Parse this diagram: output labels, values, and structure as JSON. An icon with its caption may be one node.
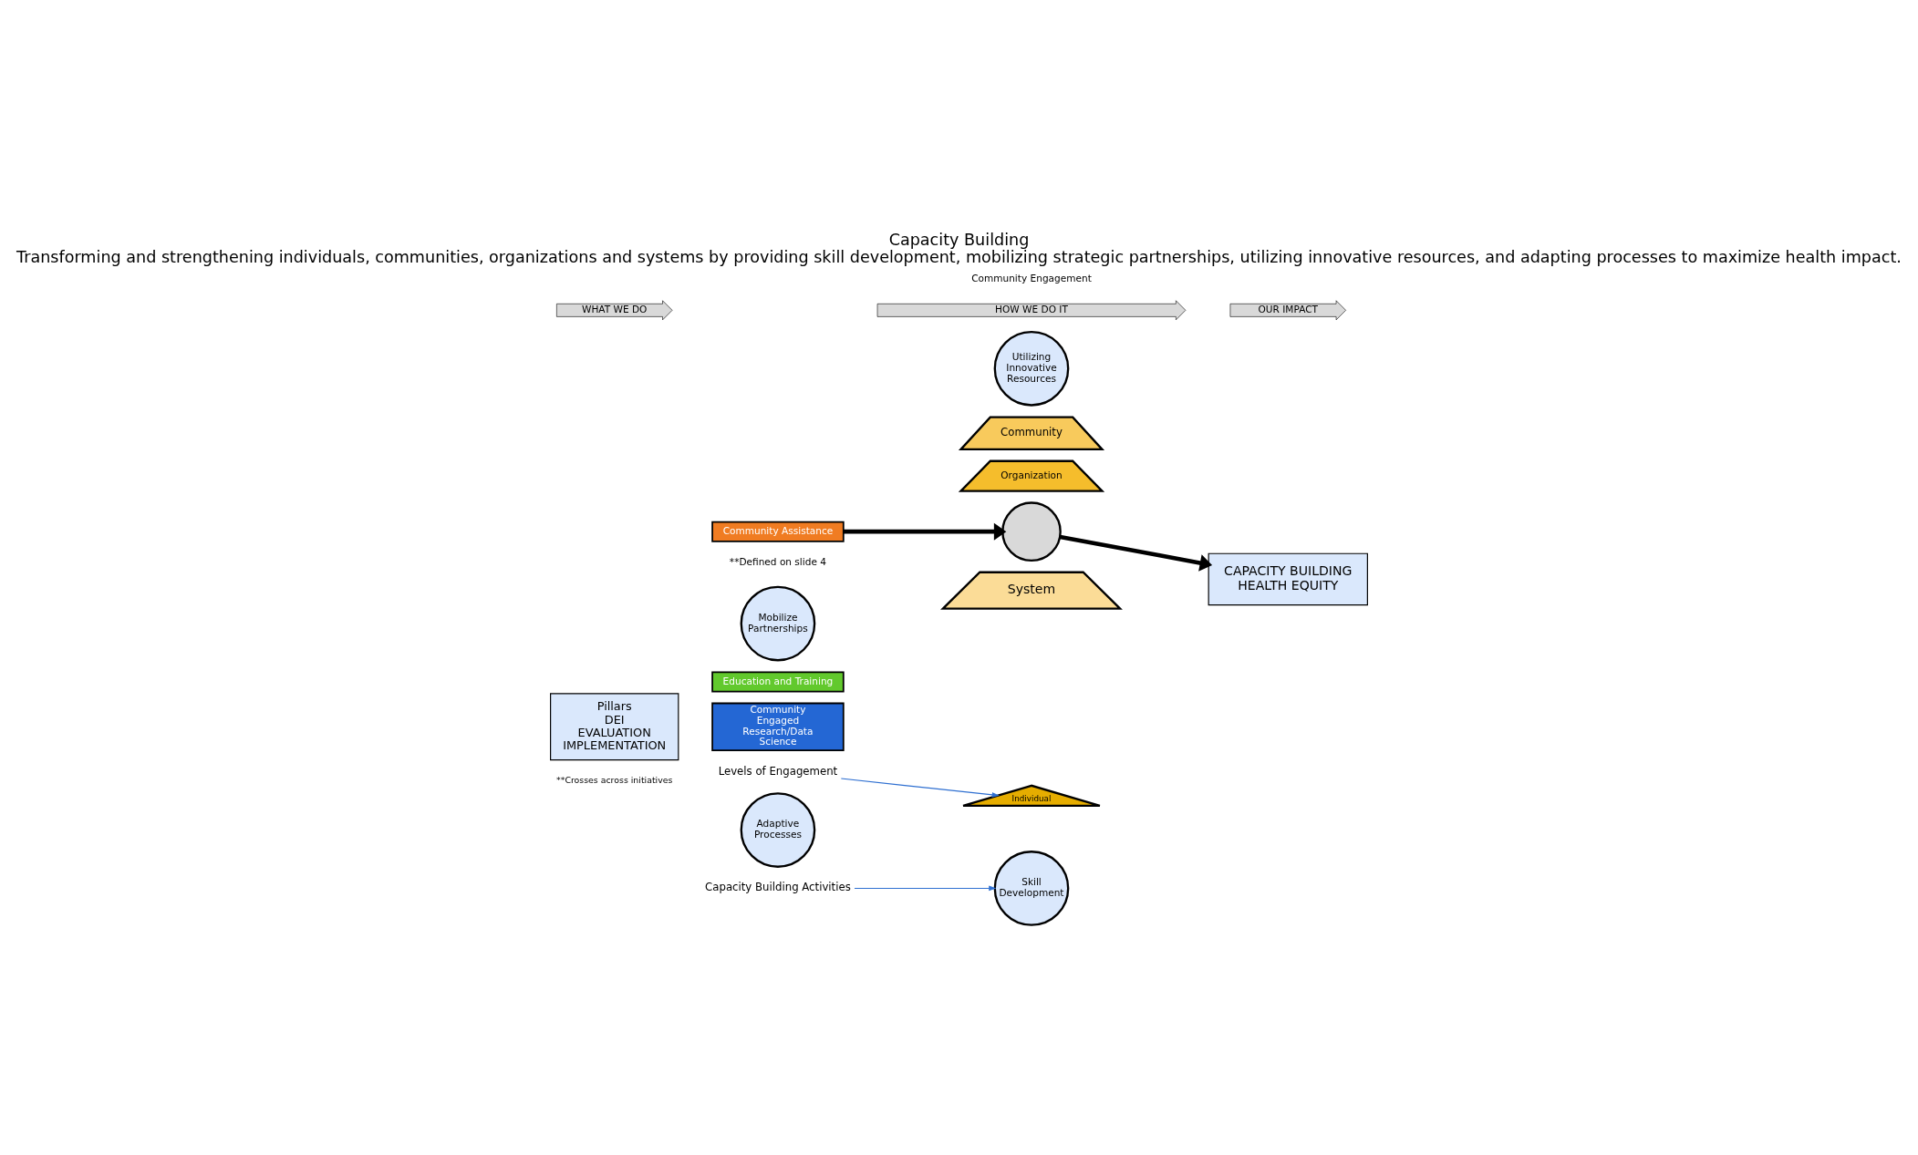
{
  "diagram": {
    "title": "Capacity Building",
    "caption": "Transforming and strengthening individuals, communities, organizations and systems by providing skill development, mobilizing strategic partnerships, utilizing innovative resources, and adapting processes to maximize health impact.",
    "nodes": [
      {
        "text": [
          "Capacity Building Activities"
        ]
      },
      {
        "text": [
          "Skill Development"
        ]
      },
      {
        "text": [
          "Levels of Engagement"
        ]
      },
      {
        "text": [
          "Pillars",
          "DEI",
          "EVALUATION",
          "IMPLEMENTATION"
        ],
        "beside": [
          "**Crosses across initiatives"
        ]
      },
      {
        "text": [
          "Education and Training"
        ]
      },
      {
        "text": [
          "Community Engaged Research/Data Science"
        ]
      },
      {
        "text": [
          "Community Assistance"
        ]
      },
      {
        "text": [],
        "shape": "circle"
      },
      {
        "text": [
          "Adaptive Processes"
        ]
      },
      {
        "text": [
          "Individual"
        ]
      },
      {
        "text": [
          "Organization"
        ]
      },
      {
        "text": [
          "Community"
        ]
      },
      {
        "text": [
          "System"
        ]
      },
      {
        "text": [
          "Mobilize Partnerships"
        ]
      },
      {
        "text": [
          "Utilizing Innovative Resources"
        ]
      },
      {
        "text": [
          "CAPACITY BUILDING",
          "HEALTH EQUITY"
        ]
      },
      {
        "text": [
          "WHAT WE DO"
        ]
      },
      {
        "text": [
          "HOW WE DO IT"
        ]
      },
      {
        "text": [
          "OUR IMPACT"
        ]
      }
    ],
    "edges": [
      {
        "from": 0,
        "to": 1,
        "arrow": "to",
        "color": "#2e6fd1"
      },
      {
        "from": 2,
        "to": 9,
        "arrow": "to",
        "color": "#2e6fd1"
      },
      {
        "from": 6,
        "to": 7,
        "arrow": "to",
        "style": "thick",
        "color": "#000000"
      },
      {
        "from": 7,
        "to": 15,
        "arrow": "to",
        "style": "thick",
        "color": "#000000"
      }
    ],
    "labels": [
      "**Defined on slide 4",
      "Community Engagement"
    ]
  }
}
